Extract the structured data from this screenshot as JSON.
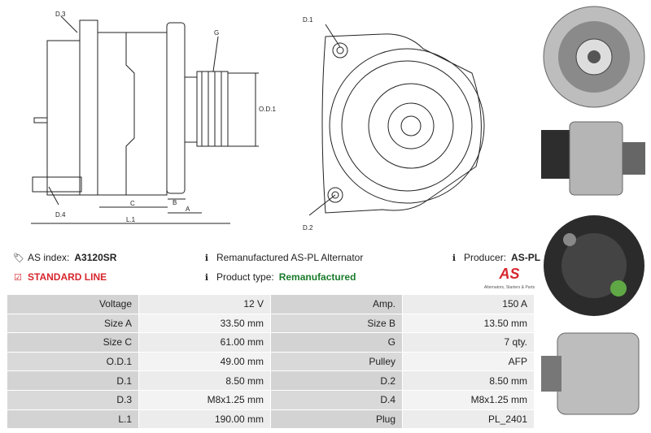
{
  "diagram_labels": {
    "d3": "D.3",
    "g": "G",
    "od1": "O.D.1",
    "d4": "D.4",
    "c": "C",
    "b": "B",
    "a": "A",
    "l1": "L.1",
    "d1": "D.1",
    "d2": "D.2"
  },
  "info": {
    "as_index_label": "AS index:",
    "as_index_value": "A3120SR",
    "standard_line": "STANDARD LINE",
    "description": "Remanufactured AS-PL Alternator",
    "product_type_label": "Product type:",
    "product_type_value": "Remanufactured",
    "producer_label": "Producer:",
    "producer_value": "AS-PL"
  },
  "logo": {
    "text": "AS",
    "tagline": "Alternators, Starters & Parts",
    "color": "#d7262e"
  },
  "specs": [
    {
      "l1": "Voltage",
      "v1": "12 V",
      "l2": "Amp.",
      "v2": "150 A"
    },
    {
      "l1": "Size A",
      "v1": "33.50 mm",
      "l2": "Size B",
      "v2": "13.50 mm"
    },
    {
      "l1": "Size C",
      "v1": "61.00 mm",
      "l2": "G",
      "v2": "7 qty."
    },
    {
      "l1": "O.D.1",
      "v1": "49.00 mm",
      "l2": "Pulley",
      "v2": "AFP"
    },
    {
      "l1": "D.1",
      "v1": "8.50 mm",
      "l2": "D.2",
      "v2": "8.50 mm"
    },
    {
      "l1": "D.3",
      "v1": "M8x1.25 mm",
      "l2": "D.4",
      "v2": "M8x1.25 mm"
    },
    {
      "l1": "L.1",
      "v1": "190.00 mm",
      "l2": "Plug",
      "v2": "PL_2401"
    }
  ]
}
